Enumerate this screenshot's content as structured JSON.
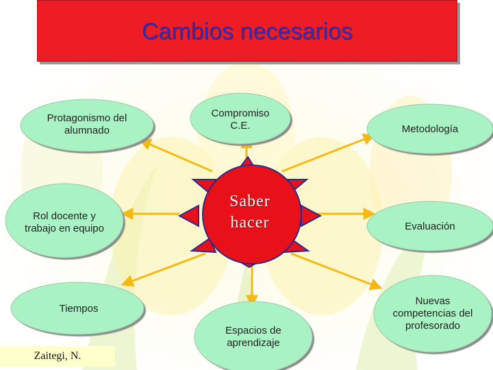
{
  "title": "Cambios necesarios",
  "center": {
    "line1": "Saber",
    "line2": "hacer"
  },
  "nodes": {
    "protagonismo": "Protagonismo del alumnado",
    "compromiso": "Compromiso C.E.",
    "metodologia": "Metodología",
    "rol_docente": "Rol docente y trabajo en equipo",
    "evaluacion": "Evaluación",
    "tiempos": "Tiempos",
    "espacios": "Espacios de aprendizaje",
    "nuevas": "Nuevas competencias del profesorado"
  },
  "author": "Zaitegi, N.",
  "colors": {
    "title_bg": "#ee1c25",
    "title_text": "#2d2db8",
    "ellipse_fill": "#a9f2c4",
    "sun_red": "#e8111a",
    "arrow": "#f5b914"
  }
}
